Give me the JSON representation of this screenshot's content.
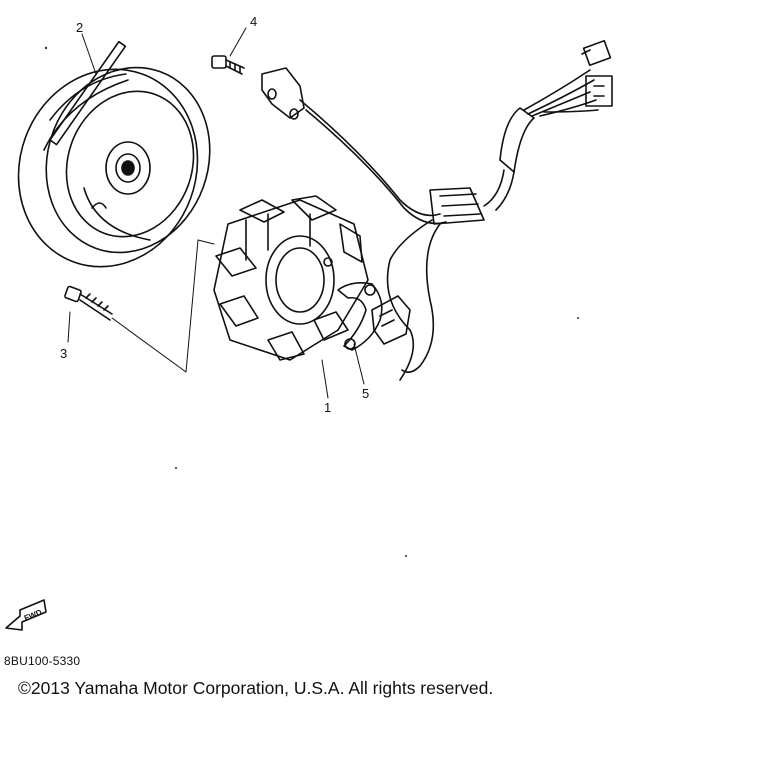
{
  "callouts": [
    {
      "id": "1",
      "label": "1"
    },
    {
      "id": "2",
      "label": "2"
    },
    {
      "id": "3",
      "label": "3"
    },
    {
      "id": "4",
      "label": "4"
    },
    {
      "id": "5",
      "label": "5"
    }
  ],
  "fwd_label": "FWD",
  "part_code": "8BU100-5330",
  "copyright": "©2013 Yamaha Motor Corporation, U.S.A. All rights reserved."
}
